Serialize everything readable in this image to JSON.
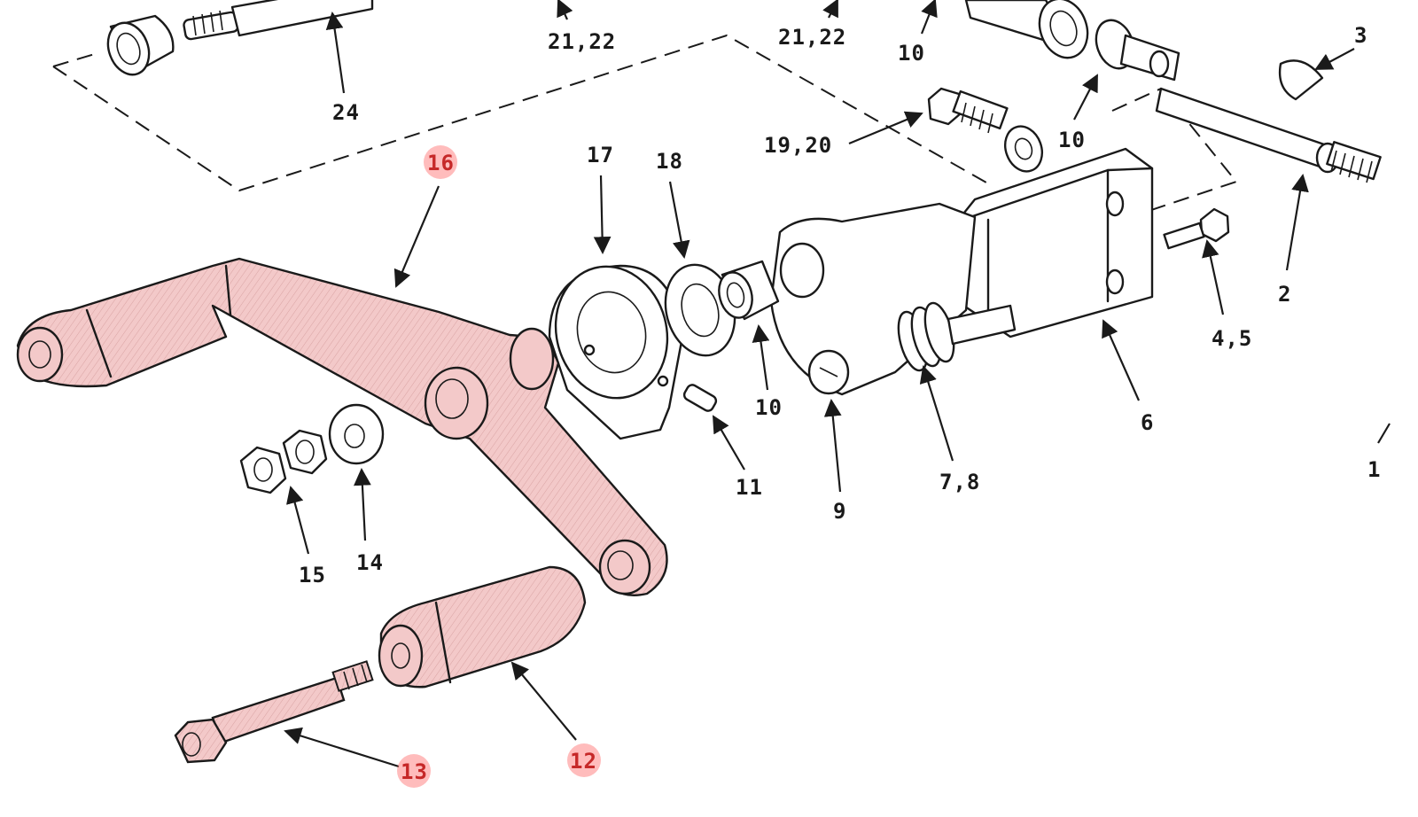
{
  "diagram": {
    "highlight_color": "#f3c9c9",
    "highlight_label_color": "#c62828",
    "labels": [
      {
        "id": "lbl-24",
        "text": "24"
      },
      {
        "id": "lbl-21-22-a",
        "text": "21,22"
      },
      {
        "id": "lbl-21-22-b",
        "text": "21,22"
      },
      {
        "id": "lbl-10-top",
        "text": "10"
      },
      {
        "id": "lbl-3",
        "text": "3"
      },
      {
        "id": "lbl-10-mid",
        "text": "10"
      },
      {
        "id": "lbl-19-20",
        "text": "19,20"
      },
      {
        "id": "lbl-16",
        "text": "16"
      },
      {
        "id": "lbl-17",
        "text": "17"
      },
      {
        "id": "lbl-18",
        "text": "18"
      },
      {
        "id": "lbl-2",
        "text": "2"
      },
      {
        "id": "lbl-4-5",
        "text": "4,5"
      },
      {
        "id": "lbl-10-low",
        "text": "10"
      },
      {
        "id": "lbl-6",
        "text": "6"
      },
      {
        "id": "lbl-1",
        "text": "1"
      },
      {
        "id": "lbl-11",
        "text": "11"
      },
      {
        "id": "lbl-9",
        "text": "9"
      },
      {
        "id": "lbl-7-8",
        "text": "7,8"
      },
      {
        "id": "lbl-15",
        "text": "15"
      },
      {
        "id": "lbl-14",
        "text": "14"
      },
      {
        "id": "lbl-13",
        "text": "13"
      },
      {
        "id": "lbl-12",
        "text": "12"
      }
    ]
  }
}
